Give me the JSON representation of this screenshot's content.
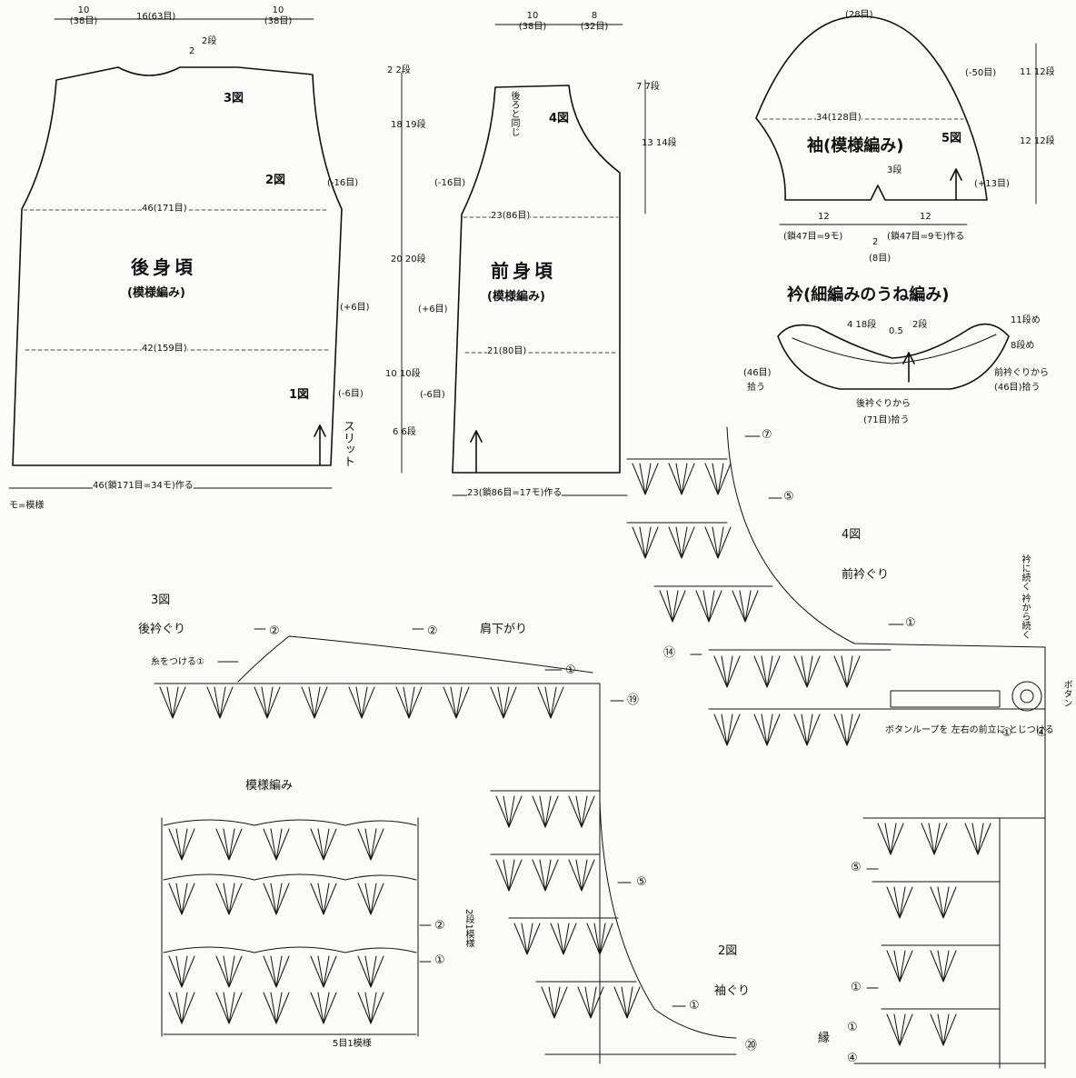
{
  "figures": {
    "f1": "1図",
    "f2": "2図",
    "f3": "3図",
    "f4": "4図",
    "f5": "5図"
  },
  "back": {
    "top_left_cm": "10",
    "top_left_st": "(38目)",
    "top_mid": "16(63目)",
    "top_right_cm": "10",
    "top_right_st": "(38目)",
    "neck_depth": "2",
    "neck_rows": "2段",
    "armhole_dec": "(-16目)",
    "chest": "46(171目)",
    "title": "後身頃",
    "stitch": "(模様編み)",
    "inc": "(+6目)",
    "waist": "42(159目)",
    "hem_dec": "(-6目)",
    "slit": "スリット",
    "cast_on": "46(鎖171目=34モ)作る"
  },
  "legend": {
    "mo": "モ=模様"
  },
  "length": {
    "shoulder": "2 2段",
    "armhole": "18 19段",
    "body": "20 20段",
    "hip": "10 10段",
    "hem": "6 6段"
  },
  "front": {
    "top_left_cm": "10",
    "top_left_st": "(38目)",
    "top_right_cm": "8",
    "top_right_st": "(32目)",
    "same_note": "後ろと同じ",
    "armhole_dec": "(-16目)",
    "chest": "23(86目)",
    "title": "前身頃",
    "stitch": "(模様編み)",
    "inc": "(+6目)",
    "waist": "21(80目)",
    "hem_dec": "(-6目)",
    "cast_on": "23(鎖86目=17モ)作る",
    "neck_rows": "7 7段",
    "armhole_rows": "13 14段"
  },
  "sleeve": {
    "top": "(28目)",
    "cap_dec": "(-50目)",
    "cap_rows": "11 12段",
    "width": "34(128目)",
    "title": "袖(模様編み)",
    "slit": "3段",
    "inc": "(+13目)",
    "len_rows": "12 12段",
    "w_left": "12",
    "w_right": "12",
    "cast_left": "(鎖47目=9モ)",
    "cast_right": "(鎖47目=9モ)作る",
    "center": "2",
    "center_st": "(8目)"
  },
  "collar": {
    "title": "衿(細編みのうね編み)",
    "height": "4 18段",
    "center": "0.5",
    "center_rows": "2段",
    "row11": "11段め",
    "row8": "8段め",
    "front_pick": "前衿ぐりから",
    "front_pick_st": "(46目)拾う",
    "side_pick": "(46目)",
    "side_pick_label": "拾う",
    "back_pick": "後衿ぐりから",
    "back_pick_st": "(71目)拾う"
  },
  "chart4": {
    "title": "4図",
    "subtitle": "前衿ぐり",
    "r7": "⑦",
    "r5": "⑤",
    "r1": "①",
    "r14": "⑭",
    "continue": "衿に続く 衿から続く",
    "button": "ボタン",
    "loop_note": "ボタンループを 左右の前立に とじつける",
    "e1": "①",
    "e4": "④",
    "l5": "⑤",
    "l1": "①",
    "edge": "縁",
    "edge1": "①",
    "edge4": "④"
  },
  "chart3": {
    "title": "3図",
    "back_neck": "後衿ぐり",
    "r2a": "②",
    "r2b": "②",
    "shoulder": "肩下がり",
    "attach": "糸をつける①",
    "r1": "①",
    "r19": "⑲"
  },
  "swatch": {
    "title": "模様編み",
    "r2": "②",
    "r1": "①",
    "rows": "2段1模様",
    "repeat": "5目1模様"
  },
  "chart2": {
    "r5": "⑤",
    "title": "2図",
    "armhole": "袖ぐり",
    "r1": "①",
    "r20": "⑳"
  }
}
